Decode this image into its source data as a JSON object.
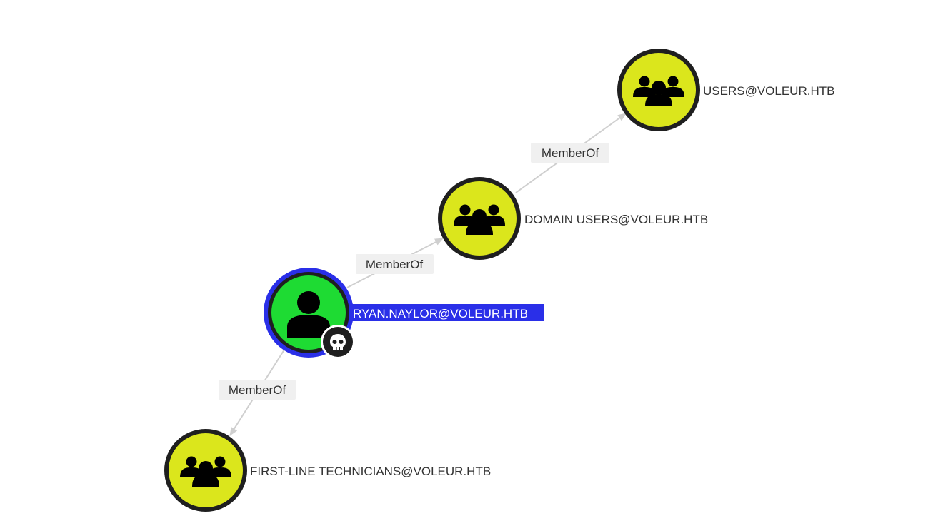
{
  "graph": {
    "colors": {
      "group": "#dbe61c",
      "user": "#1edb33",
      "selection": "#2a2fe8",
      "edge": "#cfcfcf"
    },
    "nodes": {
      "users": {
        "label": "USERS@VOLEUR.HTB",
        "kind": "group",
        "icon": "group-icon"
      },
      "domain_users": {
        "label": "DOMAIN USERS@VOLEUR.HTB",
        "kind": "group",
        "icon": "group-icon"
      },
      "ryan": {
        "label": "RYAN.NAYLOR@VOLEUR.HTB",
        "kind": "user",
        "icon": "user-icon",
        "badge": "skull-icon",
        "selected": true
      },
      "first_line": {
        "label": "FIRST-LINE TECHNICIANS@VOLEUR.HTB",
        "kind": "group",
        "icon": "group-icon"
      }
    },
    "edges": [
      {
        "from": "domain_users",
        "to": "users",
        "label": "MemberOf"
      },
      {
        "from": "ryan",
        "to": "domain_users",
        "label": "MemberOf"
      },
      {
        "from": "ryan",
        "to": "first_line",
        "label": "MemberOf"
      }
    ]
  }
}
